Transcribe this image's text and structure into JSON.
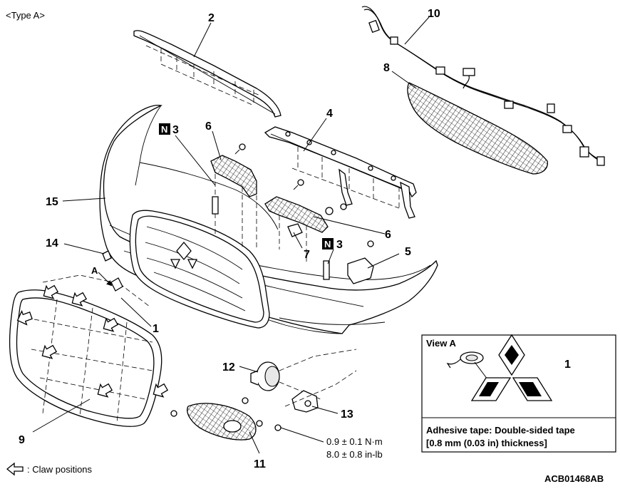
{
  "header": {
    "type_label": "<Type A>"
  },
  "callouts": {
    "c1": "1",
    "c1b": "1",
    "c2": "2",
    "c3a": "3",
    "c3b": "3",
    "c4": "4",
    "c5": "5",
    "c6a": "6",
    "c6b": "6",
    "c7": "7",
    "c8": "8",
    "c9": "9",
    "c10": "10",
    "c11": "11",
    "c12": "12",
    "c13": "13",
    "c14": "14",
    "c15": "15"
  },
  "new_part_marker": "N",
  "view_arrow_label": "A",
  "torque": {
    "metric": "0.9 ± 0.1 N·m",
    "imperial": "8.0 ± 0.8 in-lb"
  },
  "legend": {
    "claw_positions": ": Claw positions"
  },
  "view_a": {
    "title": "View A",
    "callout": "1",
    "note_line1": "Adhesive tape: Double-sided tape",
    "note_line2": "[0.8 mm (0.03 in) thickness]"
  },
  "figure_code": "ACB01468AB"
}
